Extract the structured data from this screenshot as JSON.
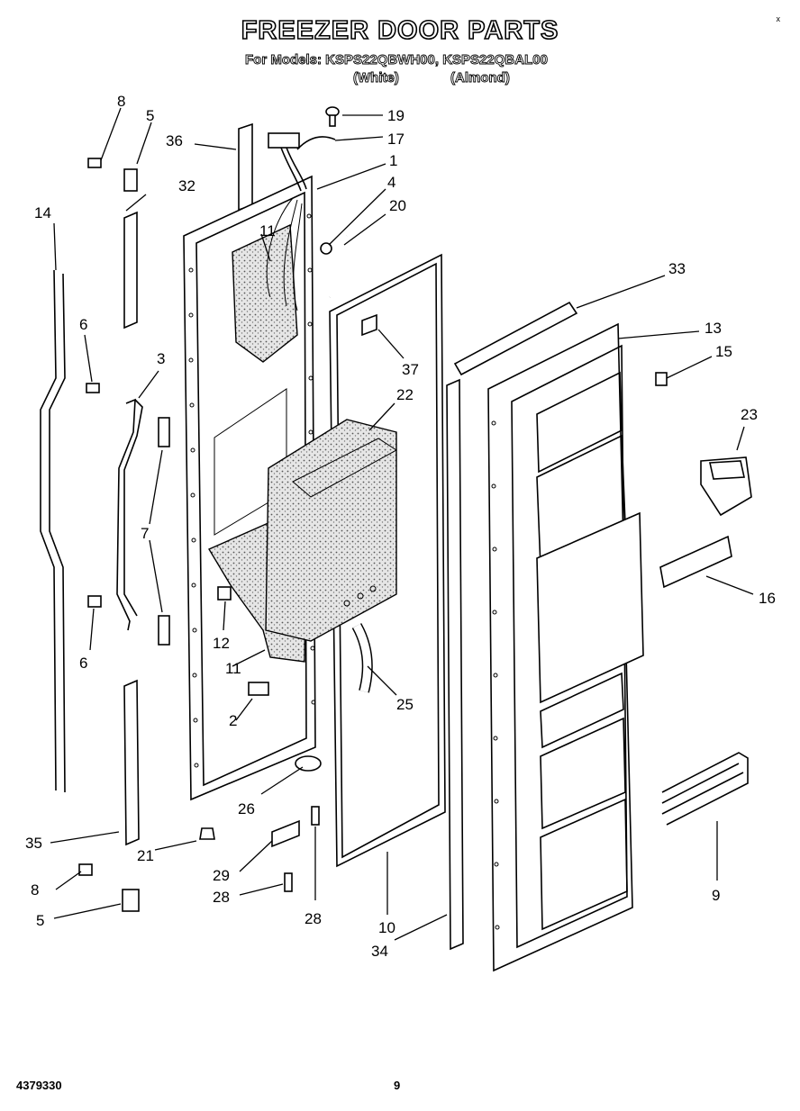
{
  "header": {
    "title": "FREEZER DOOR PARTS",
    "models_line": "For Models: KSPS22QBWH00, KSPS22QBAL00",
    "colour_white": "(White)",
    "colour_almond": "(Almond)"
  },
  "corner_mark": "x",
  "footer": {
    "document_number": "4379330",
    "page_number": "9"
  },
  "callouts": {
    "c1": "1",
    "c2": "2",
    "c3": "3",
    "c4": "4",
    "c5a": "5",
    "c5b": "5",
    "c6a": "6",
    "c6b": "6",
    "c7": "7",
    "c8a": "8",
    "c8b": "8",
    "c9": "9",
    "c10": "10",
    "c11a": "11",
    "c11b": "11",
    "c12": "12",
    "c13": "13",
    "c14": "14",
    "c15": "15",
    "c16": "16",
    "c17": "17",
    "c19": "19",
    "c20": "20",
    "c21": "21",
    "c22": "22",
    "c23": "23",
    "c25": "25",
    "c26": "26",
    "c28a": "28",
    "c28b": "28",
    "c29": "29",
    "c32": "32",
    "c33": "33",
    "c34": "34",
    "c35": "35",
    "c36": "36",
    "c37": "37"
  }
}
